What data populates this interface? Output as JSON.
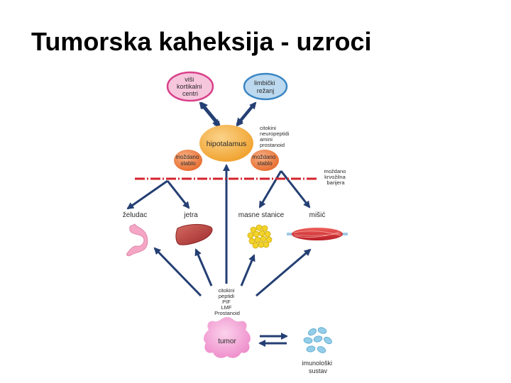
{
  "title": "Tumorska kaheksija - uzroci",
  "nodes": {
    "cortex": [
      "viši",
      "kortikalni",
      "centri"
    ],
    "limbic": [
      "limbički",
      "režanj"
    ],
    "hypothalamus": "hipotalamus",
    "brainstem_left": [
      "moždano",
      "stablo"
    ],
    "brainstem_right": [
      "moždano",
      "stablo"
    ],
    "tumor": "tumor",
    "immune": [
      "imunološki",
      "sustav"
    ]
  },
  "mediators_top": [
    "citokini",
    "neuropeptidi",
    "amini",
    "prostanoid"
  ],
  "mediators_bottom": [
    "citokini",
    "peptidi",
    "PIF",
    "LMF",
    "Prostanoid"
  ],
  "barrier": [
    "moždano",
    "krvožilna",
    "barijera"
  ],
  "organs": {
    "stomach": "želudac",
    "liver": "jetra",
    "fat": "masne stanice",
    "muscle": "mišić"
  },
  "colors": {
    "arrow": "#243f73",
    "barrier": "#d4232c",
    "cortex_fill": "#f6c6dd",
    "cortex_stroke": "#d9418a",
    "limbic_fill": "#bcd9ef",
    "limbic_stroke": "#3a86c4",
    "hypothalamus": "#f3a531",
    "brainstem": "#ec7a3c",
    "tumor": "#f09ad0",
    "immune": "#93cde8",
    "liver": "#b33a3a",
    "fat": "#f1d32a",
    "muscle": "#d8242c",
    "stomach": "#f4a6c4"
  }
}
